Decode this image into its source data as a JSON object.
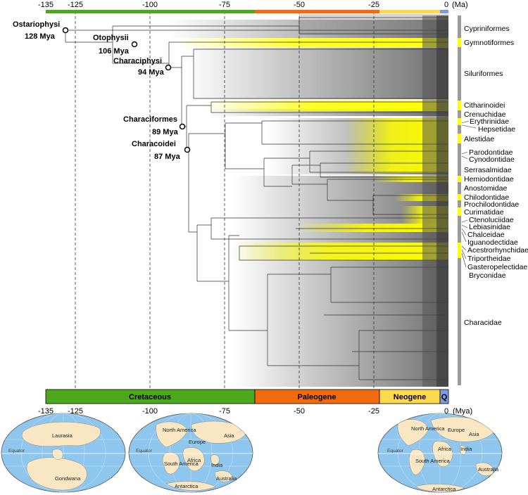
{
  "axis": {
    "ticks": [
      "-135",
      "-125",
      "-100",
      "-75",
      "-50",
      "-25",
      "0"
    ],
    "top_unit": "(Ma)",
    "bottom_unit": "(Mya)"
  },
  "periods": [
    {
      "name": "Cretaceous",
      "color": "#4ca81c"
    },
    {
      "name": "Paleogene",
      "color": "#f26b0f"
    },
    {
      "name": "Neogene",
      "color": "#ffd84f"
    },
    {
      "name": "Q",
      "color": "#7f9be0"
    }
  ],
  "nodes": [
    {
      "name": "Ostariophysi",
      "age": "128 Mya"
    },
    {
      "name": "Otophysii",
      "age": "106 Mya"
    },
    {
      "name": "Characiphysi",
      "age": "94 Mya"
    },
    {
      "name": "Characiformes",
      "age": "89 Mya"
    },
    {
      "name": "Characoidei",
      "age": "87 Mya"
    }
  ],
  "clades": [
    "Cypriniformes",
    "Gymnotiformes",
    "Siluriformes",
    "Citharinoidei",
    "Crenuchidae",
    "Erythrinidae",
    "Hepsetidae",
    "Alestidae",
    "Parodontidae",
    "Cynodontidae",
    "Serrasalmidae",
    "Hemiodontidae",
    "Anostomidae",
    "Chilodontidae",
    "Prochilodontidae",
    "Curimatidae",
    "Ctenoluciidae",
    "Lebiasinidae",
    "Chalceidae",
    "Iguanodectidae",
    "Acestrorhynchidae",
    "Triportheidae",
    "Gasteropelectidae",
    "Bryconidae",
    "Characidae"
  ],
  "maps": [
    {
      "labels": [
        "Laurasia",
        "Gondwana",
        "Equator"
      ]
    },
    {
      "labels": [
        "North America",
        "Europe",
        "Asia",
        "South America",
        "Africa",
        "India",
        "Australia",
        "Antarctica",
        "Equator"
      ]
    },
    {
      "labels": [
        "North America",
        "Europe",
        "Asia",
        "Africa",
        "India",
        "South America",
        "Australia",
        "Antarctica",
        "Equator"
      ]
    }
  ],
  "colors": {
    "highlight": "#ffff00",
    "globe_ocean": "#8ec6ee",
    "globe_land": "#f9e7c4"
  }
}
